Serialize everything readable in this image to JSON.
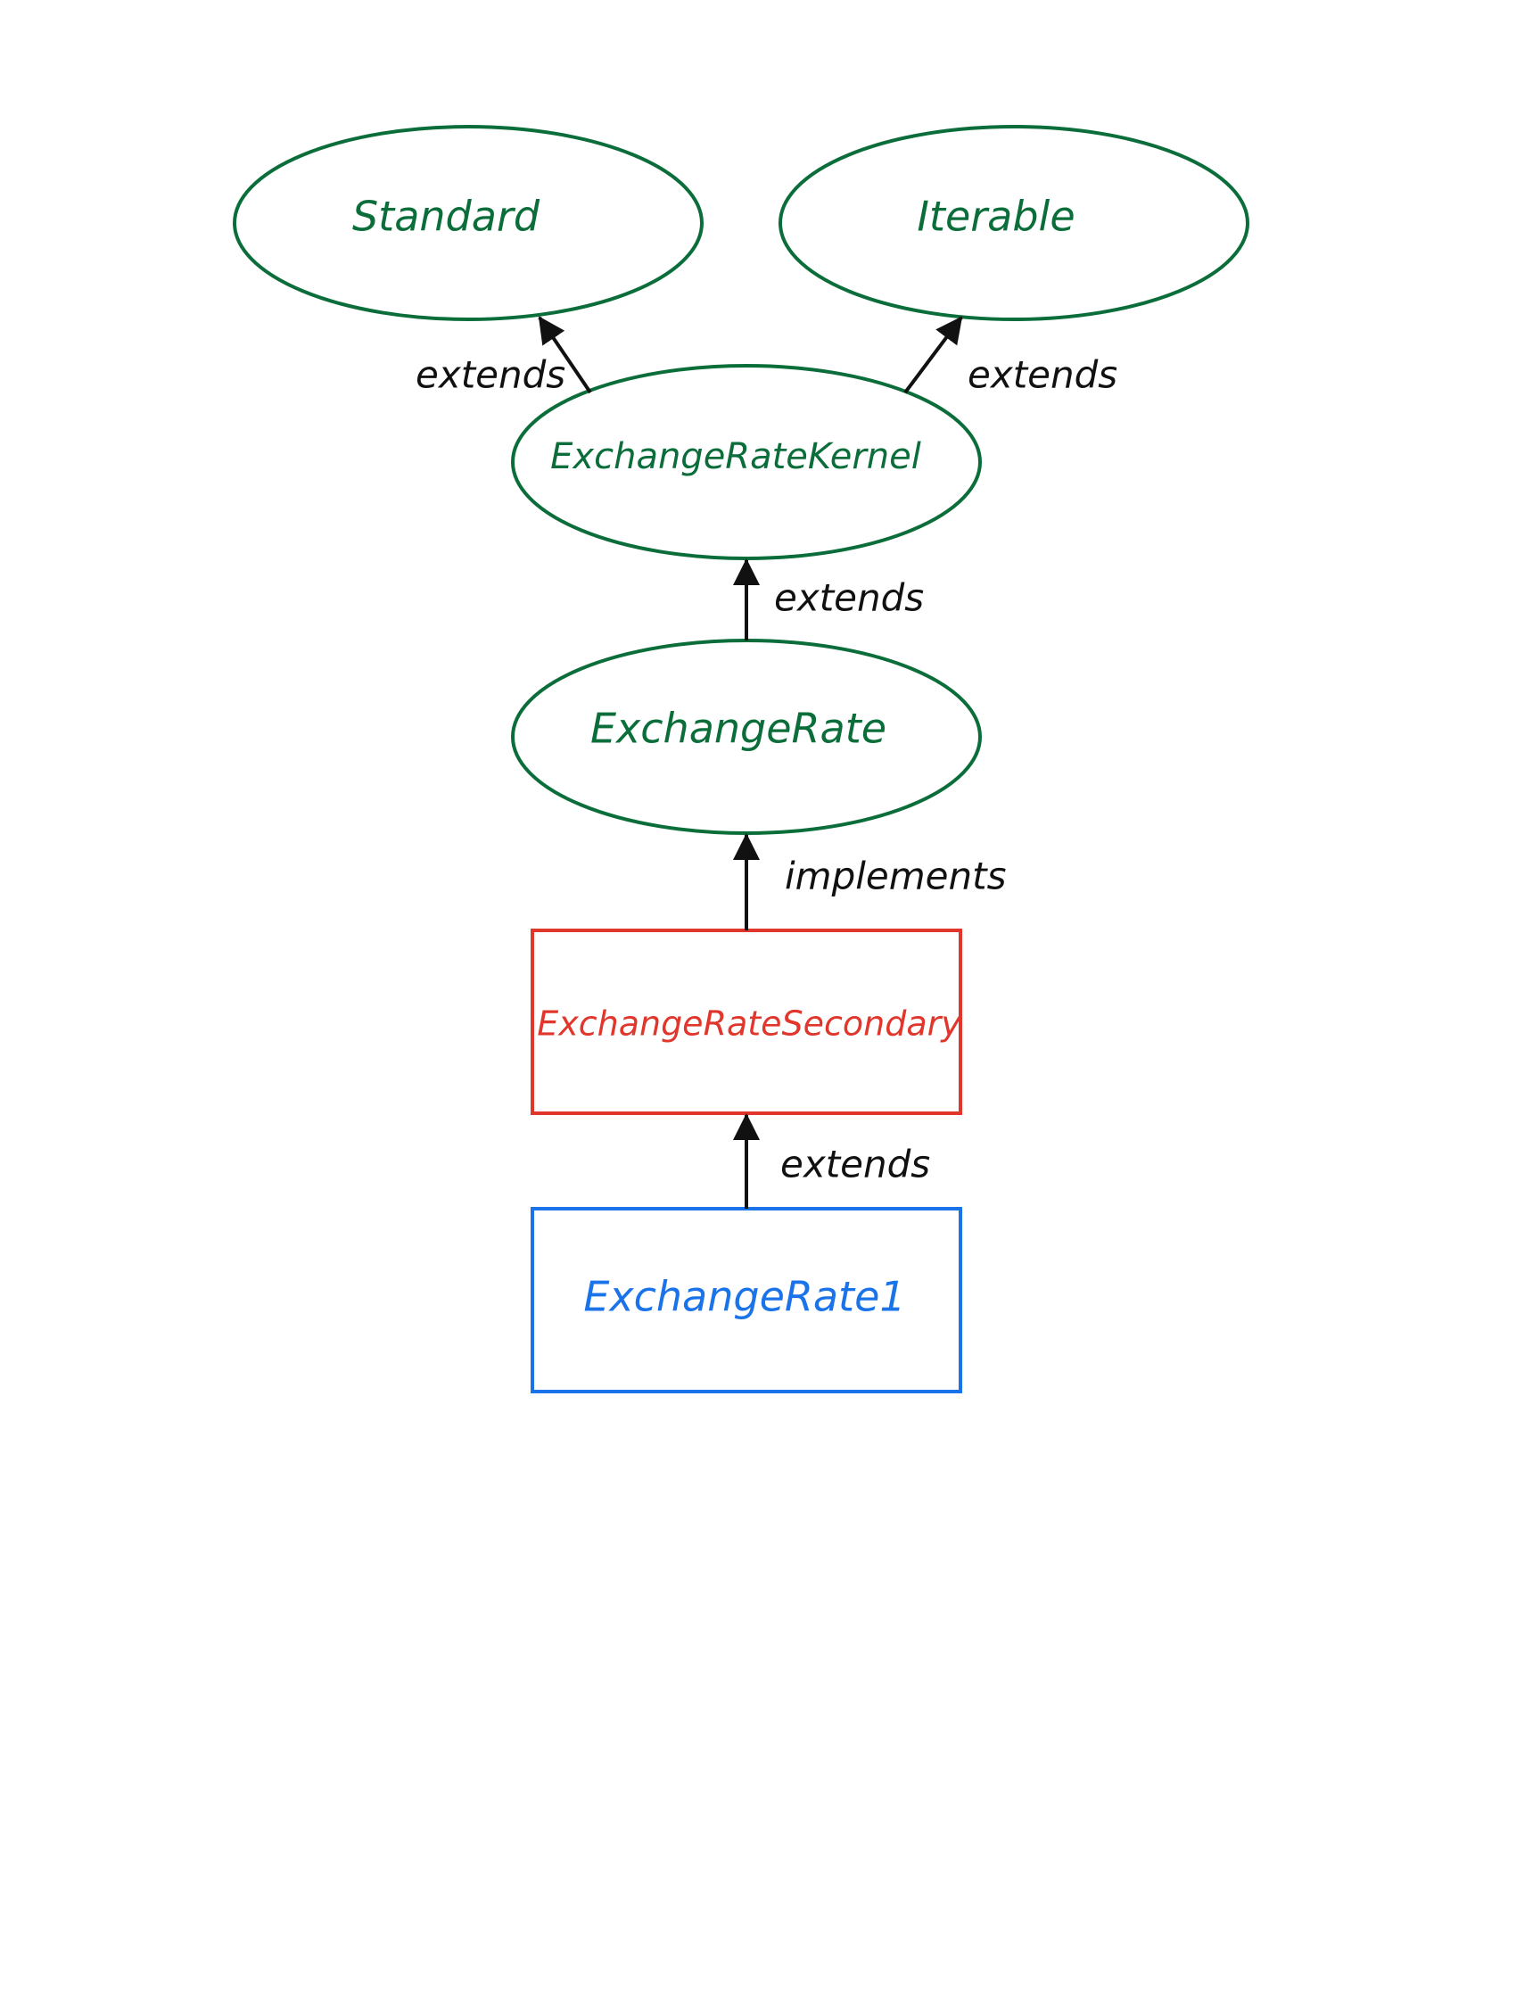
{
  "nodes": {
    "standard": {
      "label": "Standard",
      "shape": "ellipse",
      "color": "#0b6e3a"
    },
    "iterable": {
      "label": "Iterable",
      "shape": "ellipse",
      "color": "#0b6e3a"
    },
    "kernel": {
      "label": "ExchangeRateKernel",
      "shape": "ellipse",
      "color": "#0b6e3a"
    },
    "exchange_rate": {
      "label": "ExchangeRate",
      "shape": "ellipse",
      "color": "#0b6e3a"
    },
    "secondary": {
      "label": "ExchangeRateSecondary",
      "shape": "rectangle",
      "color": "#e0362b"
    },
    "impl": {
      "label": "ExchangeRate1",
      "shape": "rectangle",
      "color": "#1a73e8"
    }
  },
  "edges": [
    {
      "from": "kernel",
      "to": "standard",
      "label": "extends"
    },
    {
      "from": "kernel",
      "to": "iterable",
      "label": "extends"
    },
    {
      "from": "exchange_rate",
      "to": "kernel",
      "label": "extends"
    },
    {
      "from": "secondary",
      "to": "exchange_rate",
      "label": "implements"
    },
    {
      "from": "impl",
      "to": "secondary",
      "label": "extends"
    }
  ],
  "colors": {
    "arrow": "#111111"
  }
}
